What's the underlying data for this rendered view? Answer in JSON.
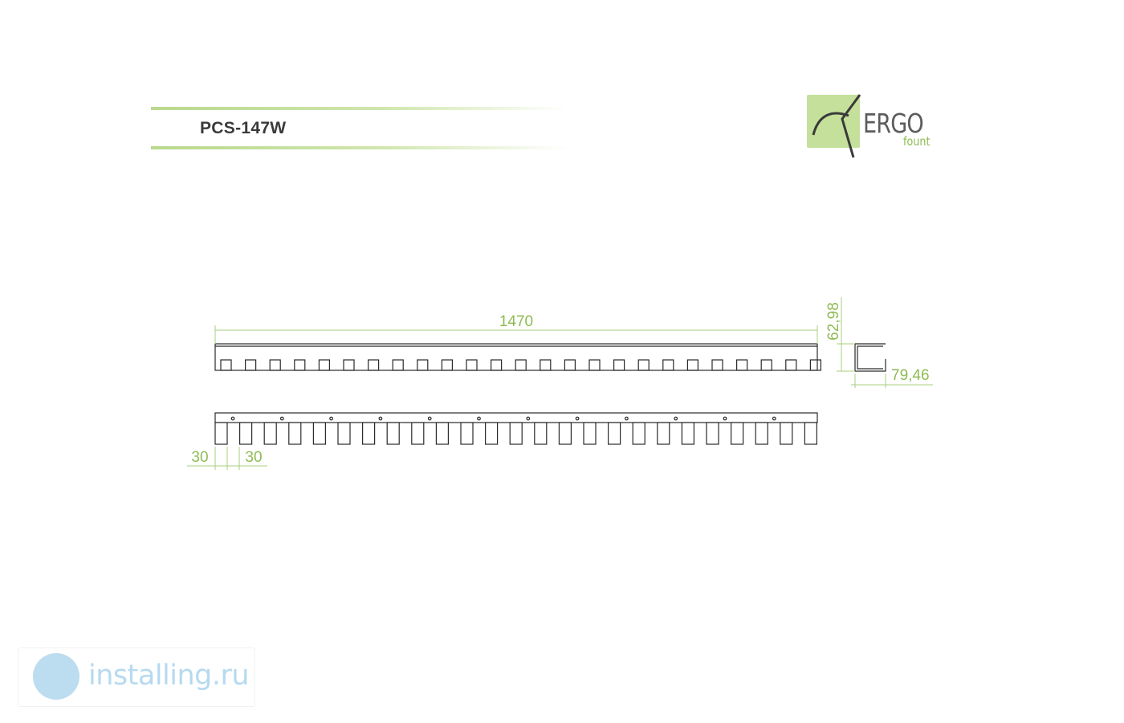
{
  "title": "PCS-147W",
  "logo": {
    "word": "ERGO",
    "sub": "fount"
  },
  "dimensions": {
    "length": "1470",
    "height": "62,98",
    "depth": "79,46",
    "slot_width": "30",
    "slot_gap": "30"
  },
  "watermark": "installing.ru",
  "colors": {
    "accent": "#8dbb52",
    "line": "#2a2a2a",
    "logo_bg": "#c4e09a"
  }
}
